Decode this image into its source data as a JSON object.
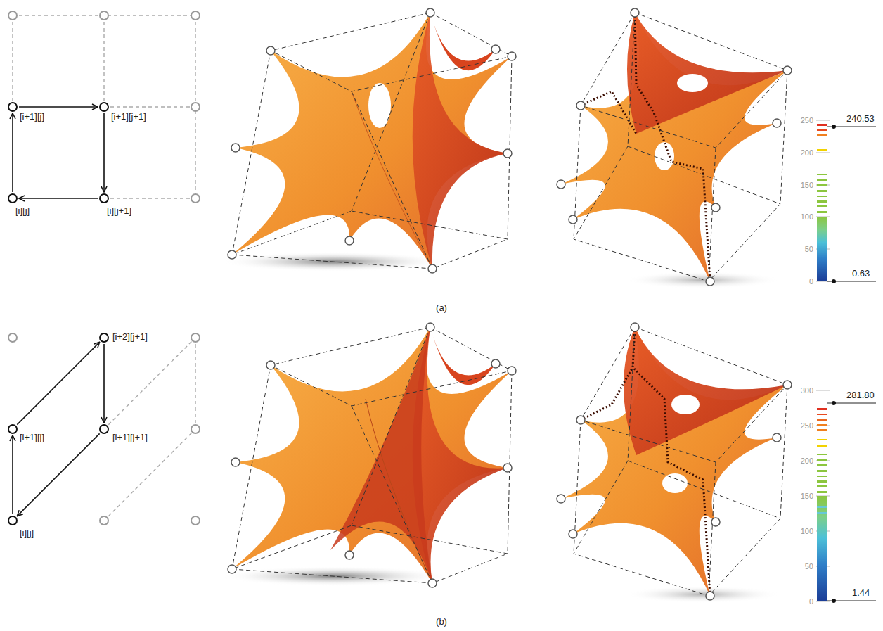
{
  "diagram": {
    "nodes": [
      {
        "text": [
          "[i+1][j]"
        ]
      },
      {
        "text": [
          "[i+1][j+1]"
        ]
      },
      {
        "text": [
          "[i][j]"
        ]
      },
      {
        "text": [
          "[i][j+1]"
        ]
      },
      {
        "text": [
          "[i+2][j+1]"
        ]
      },
      {
        "text": [
          "[i+1][j]"
        ]
      },
      {
        "text": [
          "[i+1][j+1]"
        ]
      },
      {
        "text": [
          "[i][j]"
        ]
      }
    ],
    "edges": [
      {
        "from": 2,
        "to": 0,
        "arrow": "to"
      },
      {
        "from": 0,
        "to": 1,
        "arrow": "to"
      },
      {
        "from": 1,
        "to": 3,
        "arrow": "to"
      },
      {
        "from": 3,
        "to": 2,
        "arrow": "to"
      },
      {
        "from": 7,
        "to": 5,
        "arrow": "to"
      },
      {
        "from": 5,
        "to": 4,
        "arrow": "to"
      },
      {
        "from": 4,
        "to": 6,
        "arrow": "to"
      },
      {
        "from": 6,
        "to": 7,
        "arrow": "to"
      }
    ],
    "labels": [
      "250",
      "200",
      "150",
      "100",
      "50",
      "0",
      "240.53",
      "0.63",
      "(a)",
      "300",
      "250",
      "200",
      "150",
      "100",
      "50",
      "0",
      "281.80",
      "1.44",
      "(b)"
    ]
  }
}
